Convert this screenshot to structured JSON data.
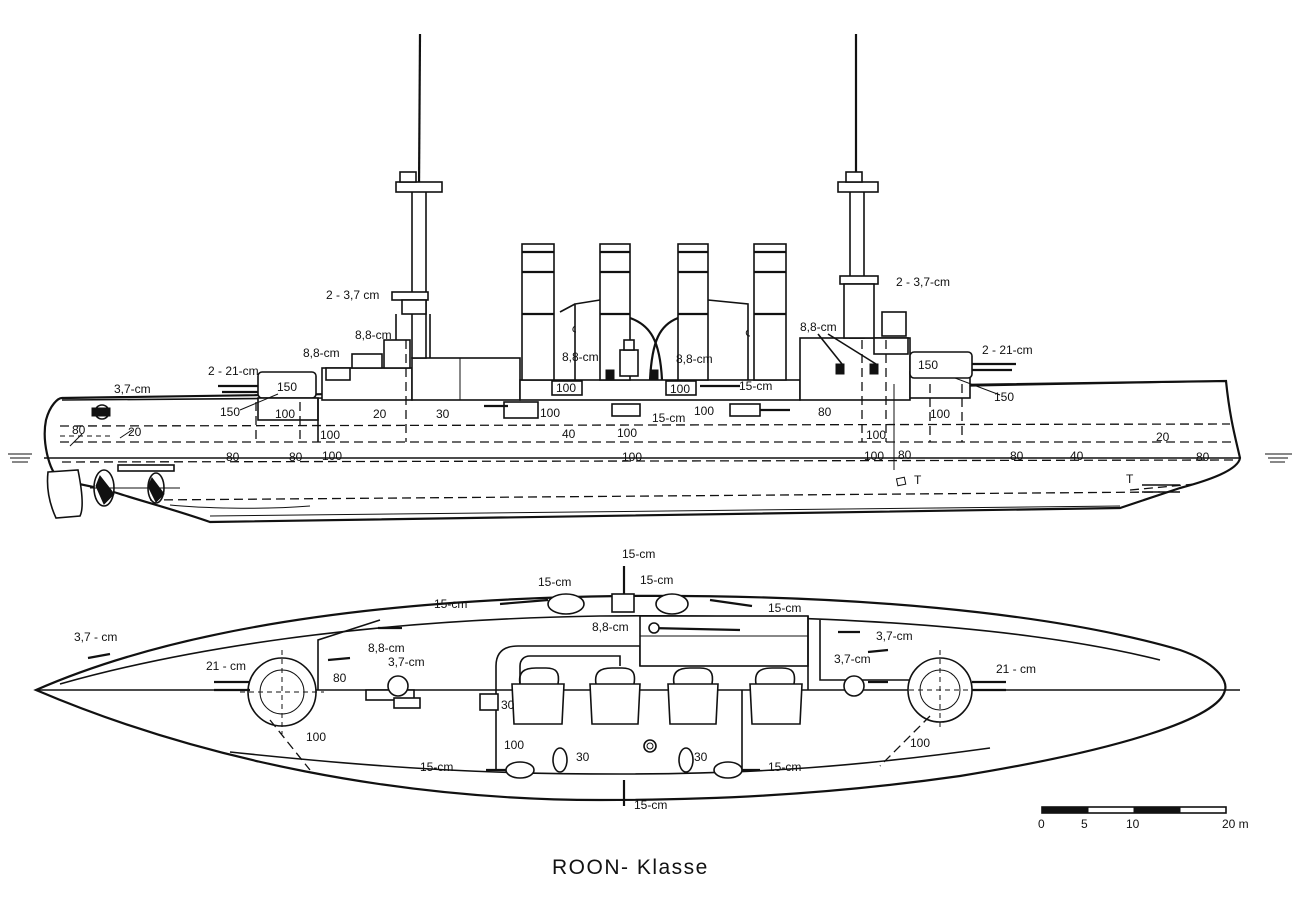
{
  "title": "ROON- Klasse",
  "scale_bar": {
    "ticks": [
      "0",
      "5",
      "10",
      "20 m"
    ]
  },
  "side_view_labels": {
    "g37_fwd_upper": "2 - 3,7 cm",
    "g37_aft_upper": "2 - 3,7-cm",
    "g37_bow": "3,7-cm",
    "g88_fwd_a": "8,8-cm",
    "g88_fwd_b": "8,8-cm",
    "g88_mid_a": "8,8-cm",
    "g88_mid_b": "8,8-cm",
    "g88_aft": "8,8-cm",
    "g21_fwd": "2 - 21-cm",
    "g21_aft": "2 - 21-cm",
    "g15_a": "15-cm",
    "g15_b": "15-cm",
    "a150_fwd_turret": "150",
    "a150_fwd": "150",
    "a150_aft_turret": "150",
    "a150_aft": "150",
    "a100_1": "100",
    "a100_2": "100",
    "a100_3": "100",
    "a100_4": "100",
    "a100_5": "100",
    "a100_6": "100",
    "a100_7": "100",
    "a100_8": "100",
    "a100_9": "100",
    "a100_10": "100",
    "a100_11": "100",
    "a100_12": "100",
    "a80_1": "80",
    "a80_2": "80",
    "a80_3": "80",
    "a80_4": "80",
    "a80_5": "80",
    "a80_6": "80",
    "a80_7": "80",
    "a40_1": "40",
    "a40_2": "40",
    "a30": "30",
    "a20_1": "20",
    "a20_2": "20",
    "a20_3": "20",
    "t_1": "T",
    "t_2": "T"
  },
  "plan_view_labels": {
    "g15_top": "15-cm",
    "g15_1": "15-cm",
    "g15_2": "15-cm",
    "g15_3": "15-cm",
    "g15_4": "15-cm",
    "g15_5": "15-cm",
    "g15_6": "15-cm",
    "g15_bottom": "15-cm",
    "g37_bow": "3,7 - cm",
    "g37_fwd": "3,7-cm",
    "g37_aft_a": "3,7-cm",
    "g37_aft_b": "3,7-cm",
    "g88_fwd": "8,8-cm",
    "g88_mid": "8,8-cm",
    "g21_fwd": "21 - cm",
    "g21_aft": "21 - cm",
    "a80": "80",
    "a100_1": "100",
    "a100_2": "100",
    "a100_3": "100",
    "a30_1": "30",
    "a30_2": "30",
    "a30_3": "30"
  }
}
